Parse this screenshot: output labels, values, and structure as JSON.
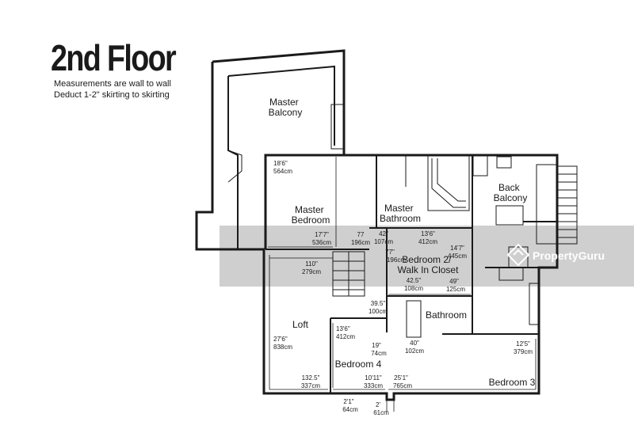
{
  "header": {
    "title": "2nd Floor",
    "notes": [
      "Measurements are wall to wall",
      "Deduct 1-2\" skirting to skirting"
    ]
  },
  "rooms": {
    "master_balcony": [
      "Master",
      "Balcony"
    ],
    "master_bedroom": [
      "Master",
      "Bedroom"
    ],
    "master_bathroom": [
      "Master",
      "Bathroom"
    ],
    "back_balcony": [
      "Back",
      "Balcony"
    ],
    "bedroom2": [
      "Bedroom 2/",
      "Walk In Closet"
    ],
    "loft": "Loft",
    "bathroom": "Bathroom",
    "bedroom4": "Bedroom 4",
    "bedroom3": "Bedroom 3"
  },
  "dimensions": {
    "d1": [
      "18'6\"",
      "564cm"
    ],
    "d2": [
      "17'7\"",
      "536cm"
    ],
    "d3": [
      "77",
      "196cm"
    ],
    "d4": [
      "42\"",
      "107cm"
    ],
    "d5": [
      "77\"",
      "196cm"
    ],
    "d6": [
      "13'6\"",
      "412cm"
    ],
    "d7": [
      "14'7\"",
      "445cm"
    ],
    "d8": [
      "110\"",
      "279cm"
    ],
    "d9": [
      "42.5\"",
      "108cm"
    ],
    "d10": [
      "49\"",
      "125cm"
    ],
    "d11": [
      "39.5\"",
      "100cm"
    ],
    "d12": [
      "27'6\"",
      "838cm"
    ],
    "d13": [
      "13'6\"",
      "412cm"
    ],
    "d14": [
      "19\"",
      "74cm"
    ],
    "d15": [
      "40\"",
      "102cm"
    ],
    "d16": [
      "12'5\"",
      "379cm"
    ],
    "d17": [
      "132.5\"",
      "337cm"
    ],
    "d18": [
      "10'11\"",
      "333cm"
    ],
    "d19": [
      "25'1\"",
      "765cm"
    ],
    "d20": [
      "2'1\"",
      "64cm"
    ],
    "d21": [
      "2'",
      "61cm"
    ]
  },
  "watermark": "PropertyGuru"
}
